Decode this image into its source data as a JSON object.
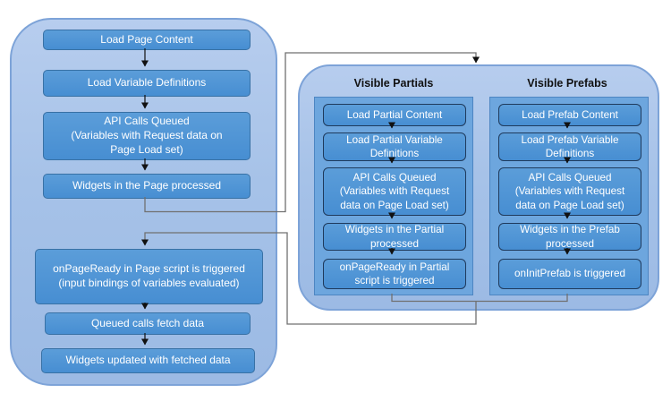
{
  "page_panel": {
    "steps": [
      "Load Page Content",
      "Load Variable Definitions",
      "API Calls Queued\n(Variables with Request data on\nPage Load set)",
      "Widgets in the Page processed",
      "onPageReady in Page script is triggered\n(input bindings of variables evaluated)",
      "Queued calls fetch data",
      "Widgets updated with fetched data"
    ]
  },
  "partials_panel": {
    "title": "Visible Partials",
    "steps": [
      "Load Partial Content",
      "Load Partial Variable\nDefinitions",
      "API Calls Queued\n(Variables with Request\ndata on Page Load set)",
      "Widgets in the Partial\nprocessed",
      "onPageReady in Partial\nscript  is triggered"
    ]
  },
  "prefabs_panel": {
    "title": "Visible Prefabs",
    "steps": [
      "Load Prefab Content",
      "Load Prefab Variable\nDefinitions",
      "API Calls Queued\n(Variables with Request\ndata on Page Load set)",
      "Widgets in the Prefab\nprocessed",
      "onInitPrefab is triggered"
    ]
  },
  "colors": {
    "outer_panel_fill": "#a6c2e8",
    "outer_panel_border": "#7da3d8",
    "subpanel_fill": "#6da6de",
    "subpanel_border": "#4d85c2",
    "box_fill": "#4f95d5",
    "box_border_page": "#3871a5",
    "box_border_inner": "#1f3a5c",
    "connector_line": "#707070",
    "arrowhead": "#111111",
    "box_text": "#ffffff",
    "heading_text": "#111111"
  }
}
